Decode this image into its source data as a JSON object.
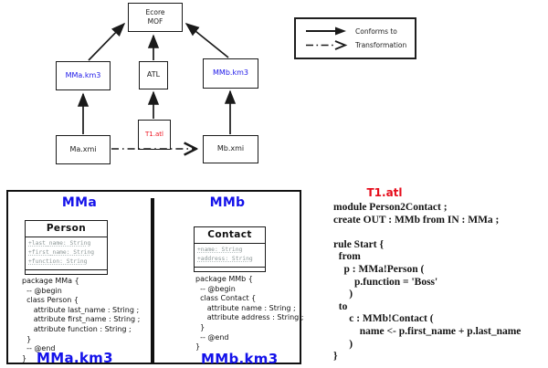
{
  "diagram": {
    "nodes": {
      "ecore": {
        "label": "Ecore\nMOF"
      },
      "mma_km3": {
        "label": "MMa.km3"
      },
      "atl": {
        "label": "ATL"
      },
      "mmb_km3": {
        "label": "MMb.km3"
      },
      "ma_xmi": {
        "label": "Ma.xmi"
      },
      "t1_atl": {
        "label": "T1.atl"
      },
      "mb_xmi": {
        "label": "Mb.xmi"
      }
    },
    "colors": {
      "metamodel_text": "#1d17e8",
      "transformation_text": "#ee1320",
      "line": "#1a1a1a"
    }
  },
  "legend": {
    "items": [
      {
        "label": "Conforms to",
        "arrow": "solid-filled-head"
      },
      {
        "label": "Transformation",
        "arrow": "dash-dot-open-head"
      }
    ]
  },
  "metamodel_panel": {
    "left": {
      "title": "MMa",
      "class_box": {
        "name": "Person",
        "attributes": [
          "+last_name: String",
          "+first_name: String",
          "+function: String"
        ]
      },
      "km3_code": "package MMa {\n  -- @begin\n  class Person {\n     attribute last_name : String ;\n     attribute first_name : String ;\n     attribute function : String ;\n  }\n  -- @end\n}",
      "file_label": "MMa.km3"
    },
    "right": {
      "title": "MMb",
      "class_box": {
        "name": "Contact",
        "attributes": [
          "+name: String",
          "+address: String"
        ]
      },
      "km3_code": "package MMb {\n  -- @begin\n  class Contact {\n     attribute name : String ;\n     attribute address : String ;\n  }\n  -- @end\n}",
      "file_label": "MMb.km3"
    }
  },
  "atl_listing": {
    "title": "T1.atl",
    "code": "module Person2Contact ;\ncreate OUT : MMb from IN : MMa ;\n\nrule Start {\n  from\n    p : MMa!Person (\n        p.function = 'Boss'\n      )\n  to\n      c : MMb!Contact (\n          name <- p.first_name + p.last_name\n      )\n}"
  }
}
